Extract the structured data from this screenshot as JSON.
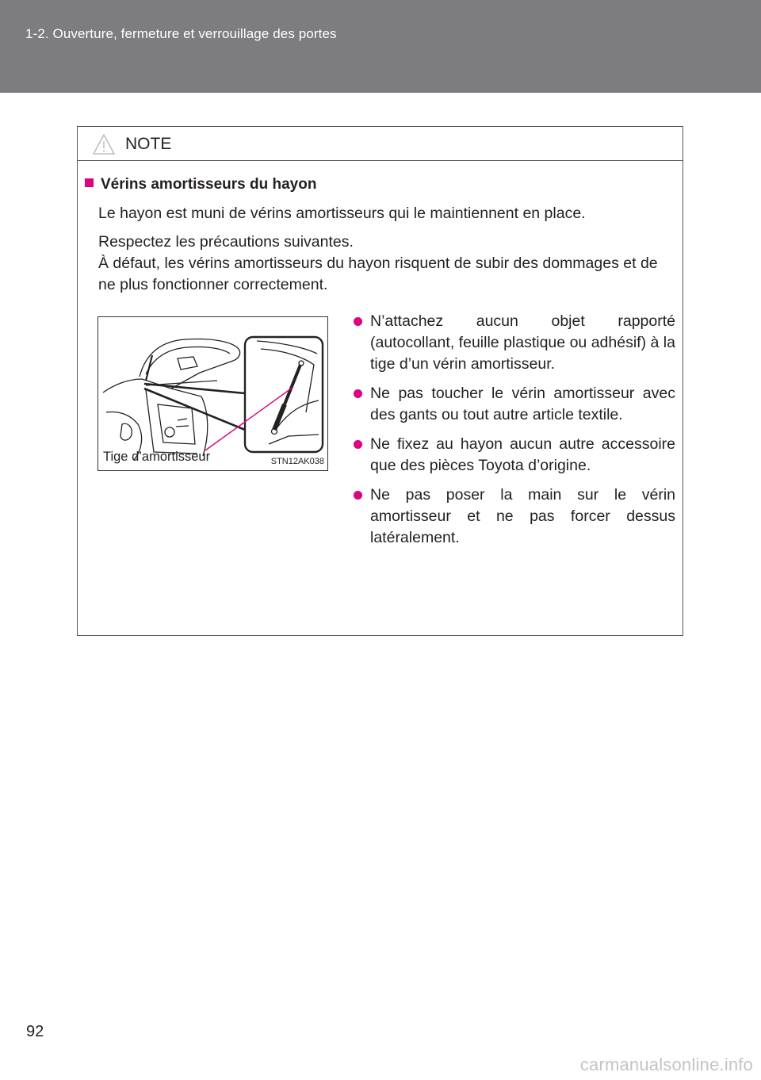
{
  "header": {
    "title": "1-2. Ouverture, fermeture et verrouillage des portes"
  },
  "note": {
    "title": "NOTE",
    "section_heading": "Vérins amortisseurs du hayon",
    "paragraphs": [
      "Le hayon est muni de vérins amortisseurs qui le maintiennent en place.",
      "Respectez les précautions suivantes.\nÀ défaut, les vérins amortisseurs du hayon risquent de subir des dommages et de ne plus fonctionner correctement."
    ],
    "figure": {
      "label": "Tige d’amortisseur",
      "code": "STN12AK038"
    },
    "bullets": [
      "N’attachez aucun objet rapporté (autocollant, feuille plastique ou adhésif) à la tige d’un vérin amortisseur.",
      "Ne pas toucher le vérin amortisseur avec des gants ou tout autre article textile.",
      "Ne fixez au hayon aucun autre accessoire que des pièces Toyota d’origine.",
      "Ne pas poser la main sur le vérin amortisseur et ne pas forcer dessus latéralement."
    ]
  },
  "page_number": "92",
  "watermark": "carmanualsonline.info",
  "colors": {
    "header": "#7d7d7f",
    "accent": "#e3007f"
  }
}
